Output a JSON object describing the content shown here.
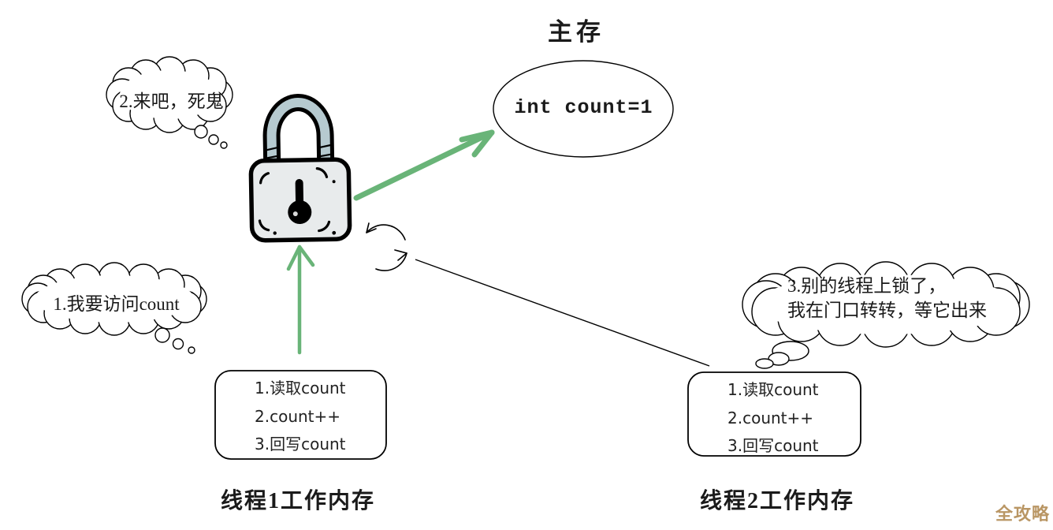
{
  "title": "主存",
  "main_memory": {
    "value": "int count=1"
  },
  "bubbles": {
    "taunt": "2.来吧，死鬼",
    "request": "1.我要访问count",
    "wait_line1": "3.别的线程上锁了，",
    "wait_line2": "我在门口转转，等它出来"
  },
  "thread1_box": {
    "lines": [
      "1.读取count",
      "2.count++",
      "3.回写count"
    ]
  },
  "thread2_box": {
    "lines": [
      "1.读取count",
      "2.count++",
      "3.回写count"
    ]
  },
  "labels": {
    "thread1": "线程1工作内存",
    "thread2": "线程2工作内存"
  },
  "watermark": "全攻略",
  "icons": {
    "padlock": "padlock-icon",
    "loop": "loop-arrow-icon",
    "thought": "thought-bubble-icon"
  },
  "colors": {
    "arrow_green": "#69b478",
    "lock_body": "#e8ebec",
    "lock_shackle": "#b6cad0",
    "outline": "#000000",
    "watermark": "#b99664",
    "background": "#ffffff"
  }
}
